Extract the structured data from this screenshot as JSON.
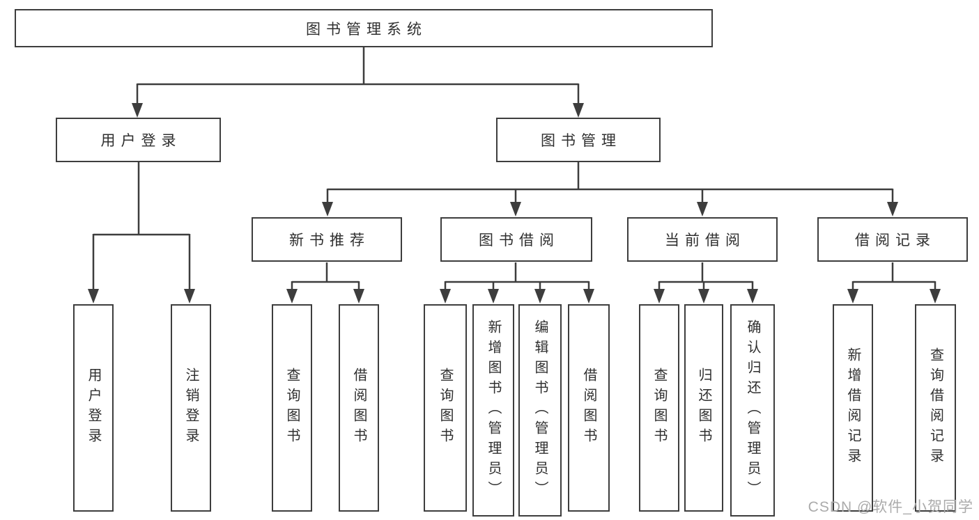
{
  "diagram": {
    "root": {
      "label": "图书管理系统"
    },
    "branches": [
      {
        "label": "用户登录",
        "children": [
          {
            "label": "用户登录"
          },
          {
            "label": "注销登录"
          }
        ]
      },
      {
        "label": "图书管理",
        "children": [
          {
            "label": "新书推荐",
            "children": [
              {
                "label": "查询图书"
              },
              {
                "label": "借阅图书"
              }
            ]
          },
          {
            "label": "图书借阅",
            "children": [
              {
                "label": "查询图书"
              },
              {
                "label": "新增图书（管理员）"
              },
              {
                "label": "编辑图书（管理员）"
              },
              {
                "label": "借阅图书"
              }
            ]
          },
          {
            "label": "当前借阅",
            "children": [
              {
                "label": "查询图书"
              },
              {
                "label": "归还图书"
              },
              {
                "label": "确认归还（管理员）"
              }
            ]
          },
          {
            "label": "借阅记录",
            "children": [
              {
                "label": "新增借阅记录"
              },
              {
                "label": "查询借阅记录"
              }
            ]
          }
        ]
      }
    ]
  },
  "watermark": {
    "text": "CSDN @软件_小贺同学"
  },
  "colors": {
    "line": "#3d3d3d",
    "text": "#2f2f2f",
    "background": "#ffffff",
    "watermark": "#ababab"
  }
}
